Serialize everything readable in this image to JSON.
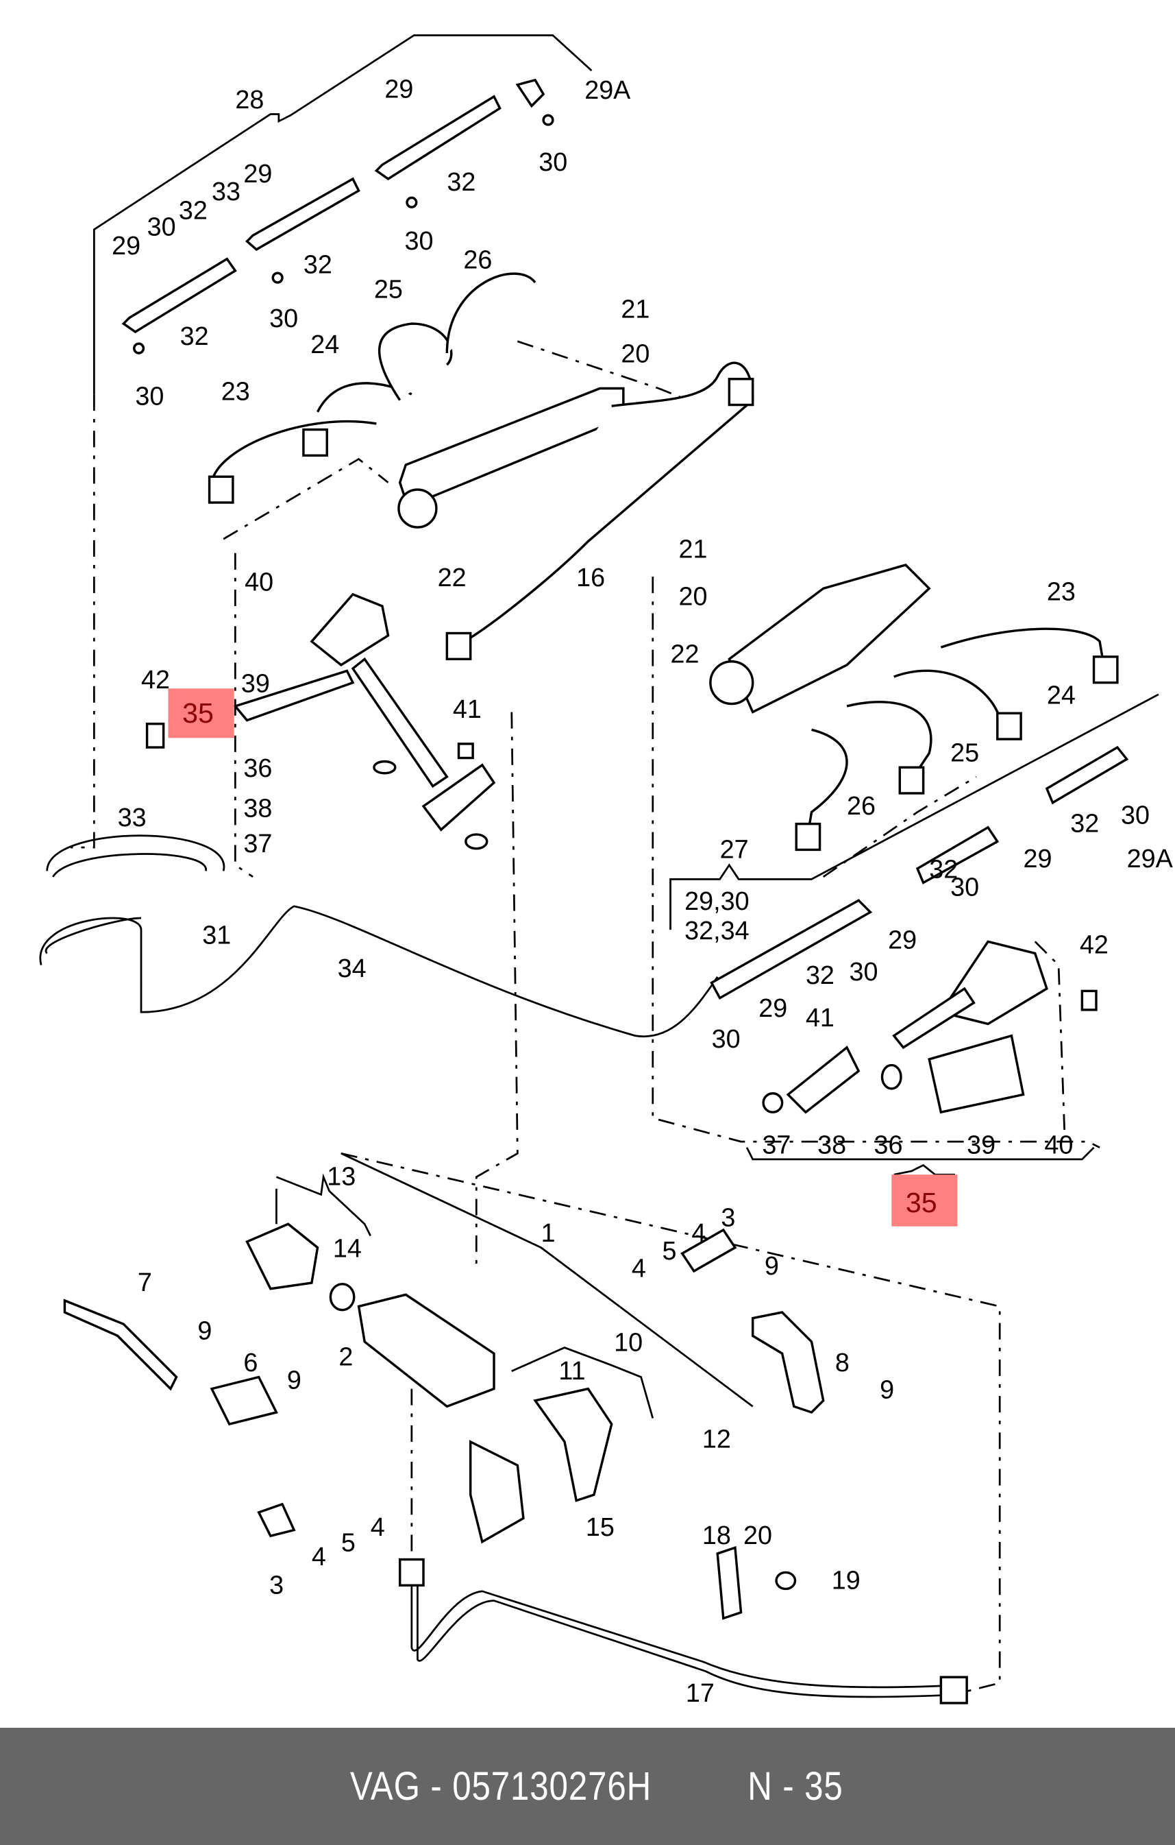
{
  "diagram": {
    "highlight_color": "#ff8080",
    "highlight_text_color": "#8b0000",
    "highlighted_part": "35",
    "labels": {
      "l28": "28",
      "l29a": "29",
      "l29b": "29",
      "l29c": "29",
      "l29A": "29A",
      "l30a": "30",
      "l30b": "30",
      "l30c": "30",
      "l30d": "30",
      "l30x": "30",
      "l32x": "32",
      "l33x": "33",
      "l32a": "32",
      "l32b": "32",
      "l32c": "32",
      "l26": "26",
      "l25": "25",
      "l24": "24",
      "l23": "23",
      "l21": "21",
      "l20": "20",
      "l22": "22",
      "l16": "16",
      "l40": "40",
      "l42": "42",
      "l39": "39",
      "l35a": "35",
      "l41": "41",
      "l36": "36",
      "l38": "38",
      "l37": "37",
      "l33": "33",
      "l31": "31",
      "l34": "34",
      "r21": "21",
      "r20": "20",
      "r22": "22",
      "r23": "23",
      "r24": "24",
      "r25": "25",
      "r26": "26",
      "r27": "27",
      "r27a": "29,30",
      "r27b": "32,34",
      "r32a": "32",
      "r32b": "32",
      "r32c": "32",
      "r30a": "30",
      "r30b": "30",
      "r30c": "30",
      "r30d": "30",
      "r29a": "29",
      "r29b": "29",
      "r29c": "29",
      "r29A": "29A",
      "r42": "42",
      "r41": "41",
      "r37": "37",
      "r38": "38",
      "r36": "36",
      "r39": "39",
      "r40": "40",
      "r35": "35",
      "b13": "13",
      "b14": "14",
      "b1": "1",
      "b7": "7",
      "b9a": "9",
      "b6": "6",
      "b9b": "9",
      "b2": "2",
      "b11": "11",
      "b10": "10",
      "b12": "12",
      "b3a": "3",
      "b4a": "4",
      "b5a": "5",
      "b4b": "4",
      "b15": "15",
      "b4c": "4",
      "b5b": "5",
      "b3b": "3",
      "b4d": "4",
      "b9c": "9",
      "b8": "8",
      "b9d": "9",
      "b18": "18",
      "b20": "20",
      "b19": "19",
      "b17": "17"
    }
  },
  "footer": {
    "brand_part": "VAG - 057130276H",
    "position": "N - 35"
  }
}
